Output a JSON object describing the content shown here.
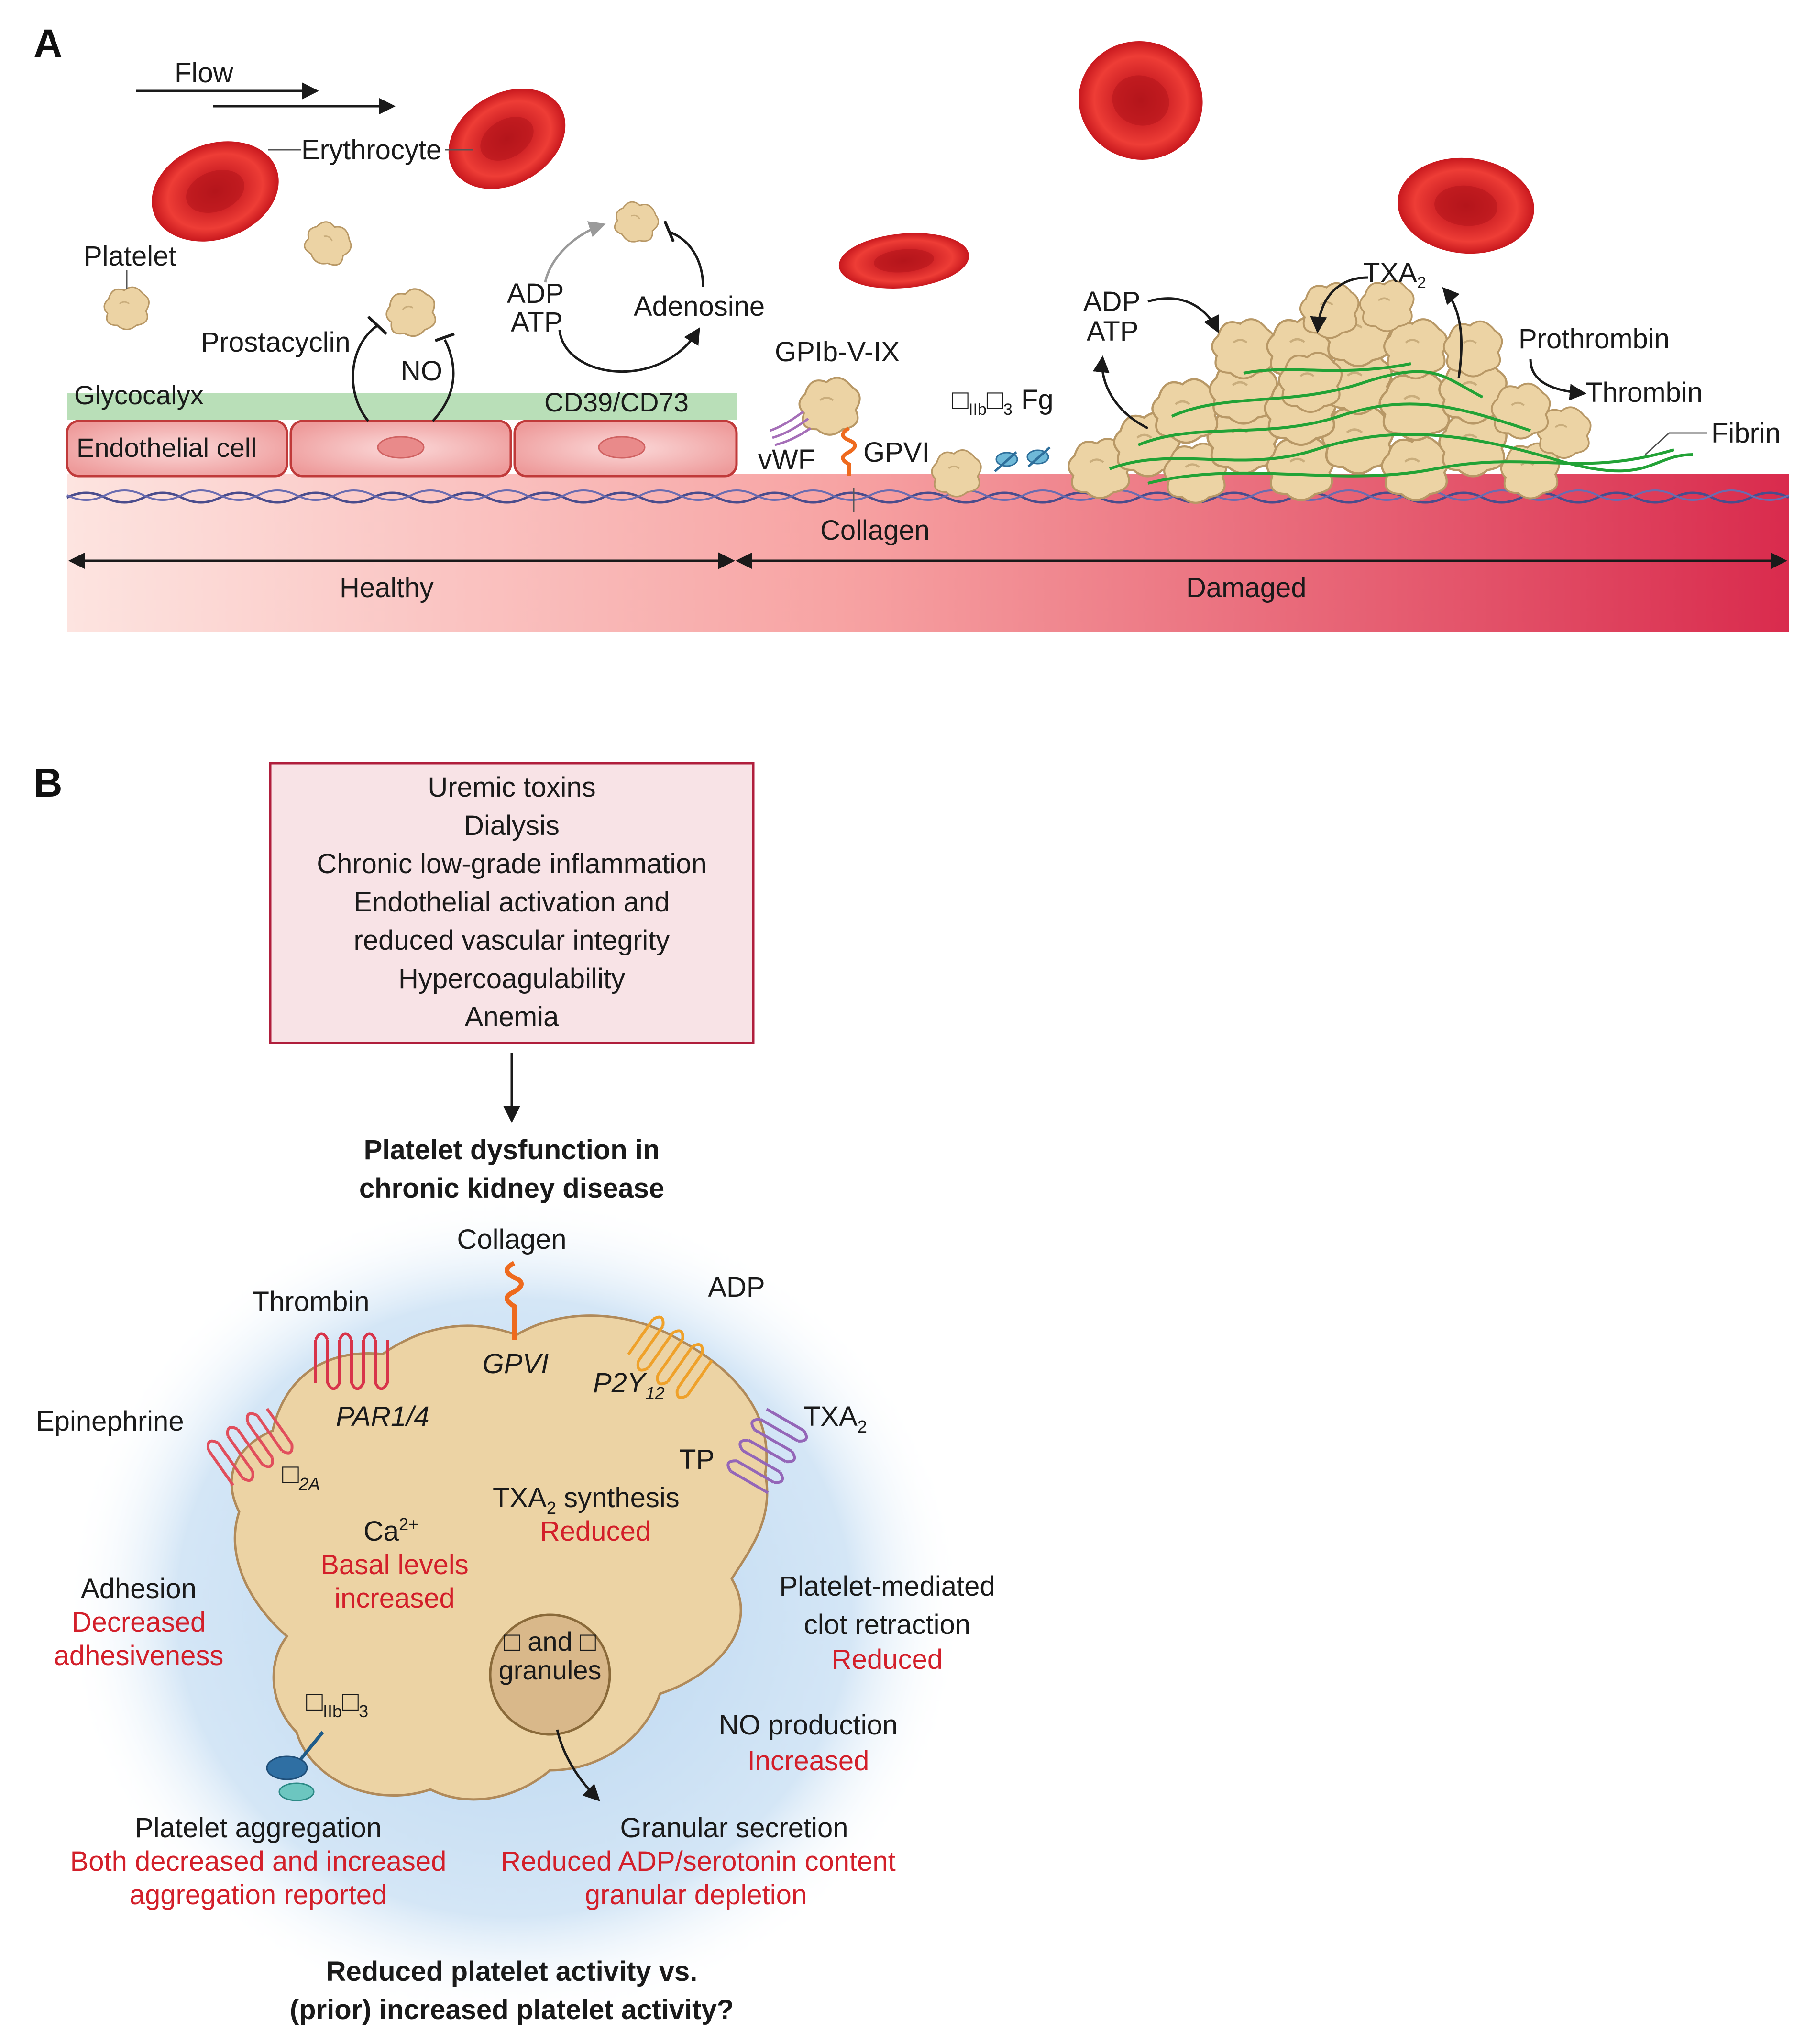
{
  "panel_a": {
    "letter": "A",
    "flow": "Flow",
    "erythrocyte": "Erythrocyte",
    "platelet": "Platelet",
    "prostacyclin": "Prostacyclin",
    "no": "NO",
    "adp": "ADP",
    "atp": "ATP",
    "adenosine": "Adenosine",
    "cd39": "CD39/CD73",
    "glycocalyx": "Glycocalyx",
    "endothelial": "Endothelial cell",
    "gpib": "GPIb-V-IX",
    "vwf": "vWF",
    "gpvi": "GPVI",
    "collagen": "Collagen",
    "integrin_box1": "□",
    "integrin_sub1": "IIb",
    "integrin_box2": "□",
    "integrin_sub2": "3",
    "fg": "Fg",
    "adp2": "ADP",
    "atp2": "ATP",
    "txa": "TXA",
    "txa_sub": "2",
    "prothrombin": "Prothrombin",
    "thrombin": "Thrombin",
    "fibrin": "Fibrin",
    "healthy": "Healthy",
    "damaged": "Damaged"
  },
  "panel_b": {
    "letter": "B",
    "box_lines": [
      "Uremic toxins",
      "Dialysis",
      "Chronic low-grade inflammation",
      "Endothelial activation and",
      "reduced vascular integrity",
      "Hypercoagulability",
      "Anemia"
    ],
    "title_line1": "Platelet dysfunction in",
    "title_line2": "chronic kidney disease",
    "collagen": "Collagen",
    "gpvi": "GPVI",
    "thrombin": "Thrombin",
    "par": "PAR1/4",
    "adp": "ADP",
    "p2y": "P2Y",
    "p2y_sub": "12",
    "epinephrine": "Epinephrine",
    "alpha_box": "□",
    "alpha_sub": "2A",
    "txa": "TXA",
    "txa_sub": "2",
    "tp": "TP",
    "txa_synth": "TXA",
    "txa_synth_sub": "2",
    "txa_synth_rest": " synthesis",
    "txa_synth_status": "Reduced",
    "ca": "Ca",
    "ca_sup": "2+",
    "ca_status1": "Basal levels",
    "ca_status2": "increased",
    "adhesion": "Adhesion",
    "adhesion_status1": "Decreased",
    "adhesion_status2": "adhesiveness",
    "clot_line1": "Platelet-mediated",
    "clot_line2": "clot retraction",
    "clot_status": "Reduced",
    "granule_line1": "□ and □",
    "granule_line2": "granules",
    "integrin_box1": "□",
    "integrin_sub1": "IIb",
    "integrin_box2": "□",
    "integrin_sub2": "3",
    "no_prod": "NO production",
    "no_status": "Increased",
    "aggregation": "Platelet aggregation",
    "aggregation_status1": "Both decreased and increased",
    "aggregation_status2": "aggregation reported",
    "secretion": "Granular secretion",
    "secretion_status1": "Reduced ADP/serotonin content",
    "secretion_status2": "granular depletion",
    "question1": "Reduced platelet activity vs.",
    "question2": "(prior) increased platelet activity?"
  },
  "colors": {
    "erythrocyte": "#e0262a",
    "platelet": "#ecd3a4",
    "glycocalyx": "#b9dfb8",
    "endothelium": "#f3b3b3",
    "vessel_light": "#fde3df",
    "vessel_dark": "#d92b4d",
    "box_fill": "#f8e3e6",
    "box_border": "#b01e3c",
    "status_red": "#d31f2a",
    "halo": "#c9e0f3",
    "fibrin": "#22a236"
  }
}
